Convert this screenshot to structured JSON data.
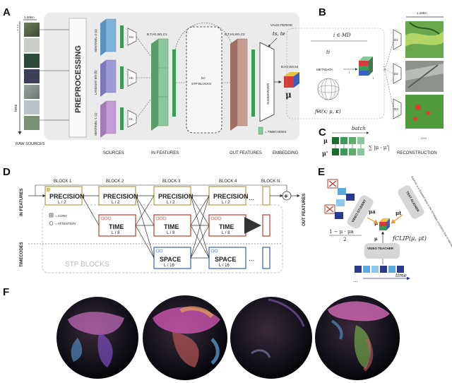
{
  "panels": {
    "A": {
      "letter": "A",
      "preprocessing": "PREPROCESSING",
      "scale_label": "1.28km",
      "time_label": "time",
      "raw_sources": "RAW SOURCES",
      "sources_caption": "SOURCES",
      "in_features_caption": "IN FEATURES",
      "out_features_caption": "OUT FEATURES",
      "embedding_caption": "EMBEDDING",
      "sources": [
        {
          "name": "SENTINEL-2 (a)",
          "head": "Ha",
          "color": "#7fb3d9"
        },
        {
          "name": "LANDSAT 8/9 (b)",
          "head": "Hb",
          "color": "#9e9bd6"
        },
        {
          "name": "SENTINEL-1 (c)",
          "head": "Hc",
          "color": "#c49bd3"
        }
      ],
      "in_shape": "B,T,H1,W1,C1",
      "out_shape": "B,T,H1,W1,C2",
      "stp_blocks": "N× STP BLOCKS",
      "summarizer": "SUMMARIZER",
      "embed_shape": "B,H2,W2,64",
      "mu": "μ",
      "valid_period": "VALID PERIOD",
      "valid_period_math": "ts, te",
      "timecodes_legend": "= TIMECODES"
    },
    "B": {
      "letter": "B",
      "scale_label": "1.28km",
      "index_math": "i ∈ MD",
      "ti": "ti",
      "metadata": "METADATA",
      "sub_i": "i",
      "f_theta": "fθi(x; μ, κ)",
      "decoders": [
        "D1",
        "D2",
        "D3"
      ],
      "reconstruction": "RECONSTRUCTION",
      "dots": "..."
    },
    "C": {
      "letter": "C",
      "batch": "batch",
      "mu": "μ",
      "mu_prime": "μ'",
      "formula": "∑ |μ · μ'|"
    },
    "D": {
      "letter": "D",
      "block_headers": [
        "BLOCK 1",
        "BLOCK 2",
        "BLOCK 3",
        "BLOCK 4",
        "BLOCK N"
      ],
      "in_features": "IN FEATURES",
      "timecodes": "TIMECODES",
      "out_features": "OUT FEATURES",
      "stp_blocks": "STP BLOCKS",
      "precision": "PRECISION",
      "precision_sub": "L / 2",
      "time": "TIME",
      "time_sub": "L / 8",
      "space": "SPACE",
      "space_sub": "L / 16",
      "legend_conv": "= CONV",
      "legend_attention": "= ATTENTION",
      "plus": "+",
      "ellipsis": "..."
    },
    "E": {
      "letter": "E",
      "video_student": "VIDEO STUDENT",
      "text_aligner": "TEXT ALIGNER",
      "video_teacher": "VIDEO TEACHER",
      "mu_a": "μa",
      "mu_t": "μt",
      "mu": "μ",
      "loss_num": "1 − μ · μa",
      "loss_den": "2",
      "f_clip": "fCLIP(μ, μt)",
      "time": "time",
      "dots": "...",
      "rotated_text": "Kashmir is a disputed area in the Himalaya mountains that is claimed by both"
    },
    "F": {
      "letter": "F"
    }
  }
}
